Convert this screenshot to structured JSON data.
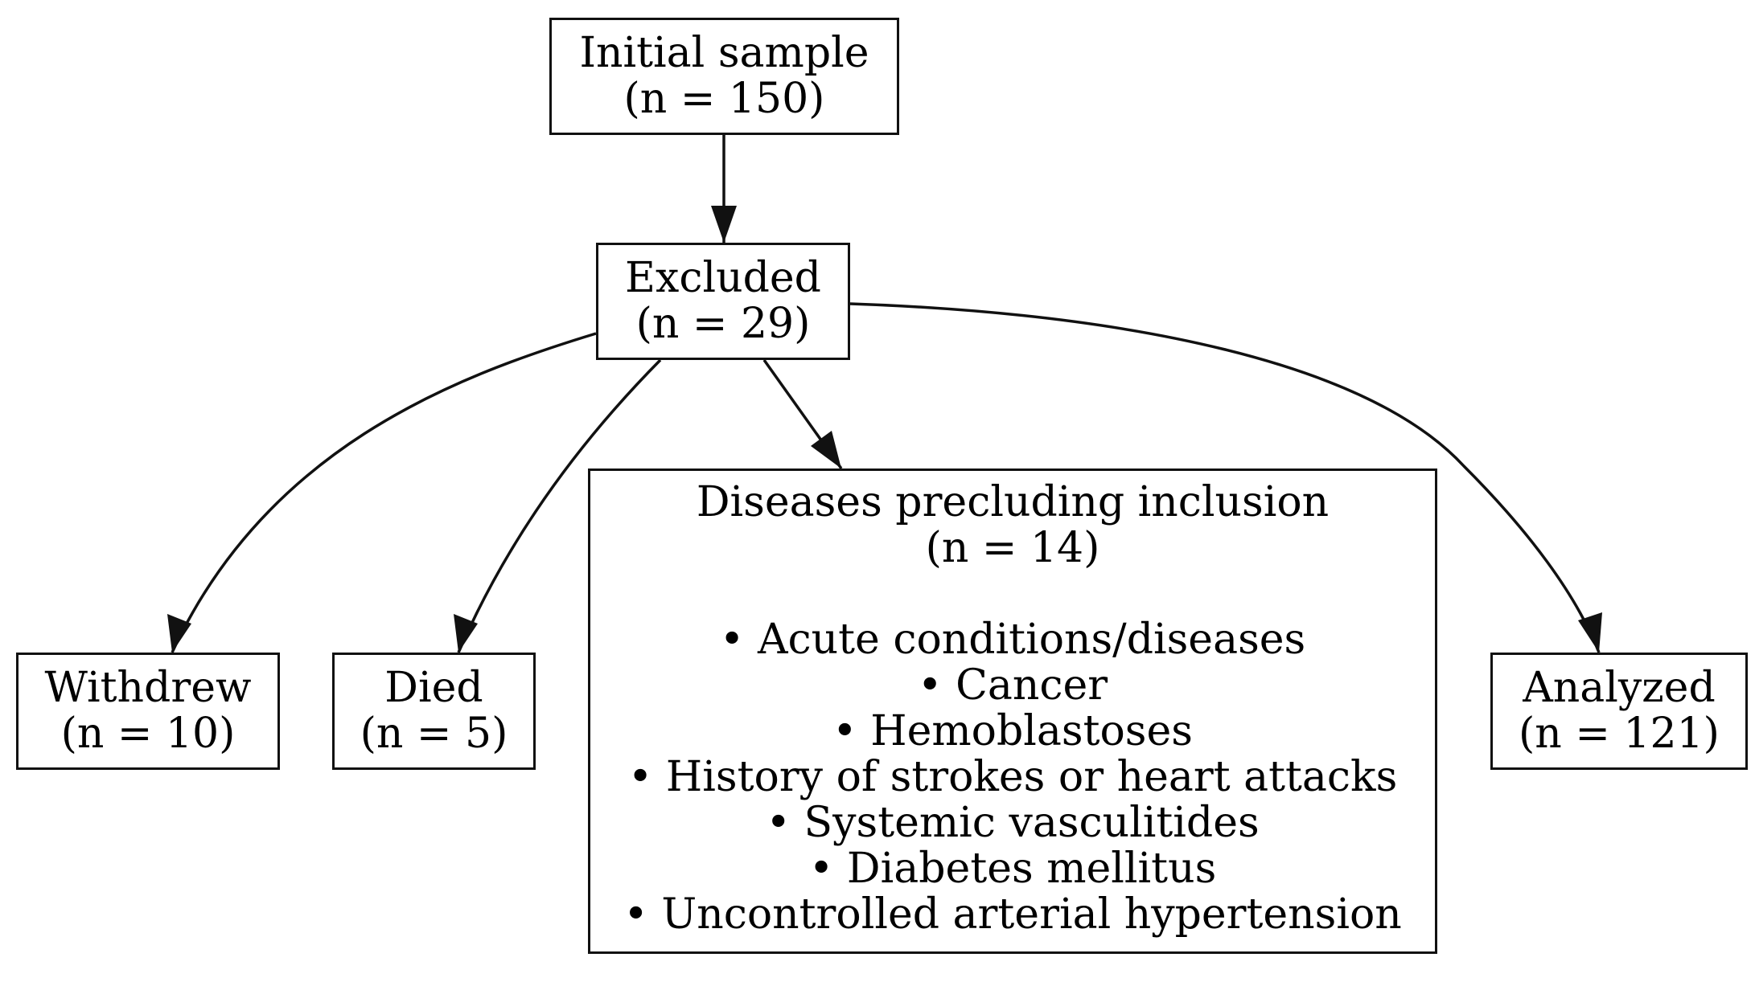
{
  "diagram": {
    "nodes": {
      "initial": {
        "title": "Initial sample",
        "count": "(n = 150)"
      },
      "excluded": {
        "title": "Excluded",
        "count": "(n = 29)"
      },
      "withdrew": {
        "title": "Withdrew",
        "count": "(n = 10)"
      },
      "died": {
        "title": "Died",
        "count": "(n = 5)"
      },
      "diseases": {
        "title": "Diseases precluding inclusion",
        "count": "(n = 14)",
        "items": [
          "• Acute conditions/diseases",
          "• Cancer",
          "• Hemoblastoses",
          "• History of strokes or heart attacks",
          "• Systemic vasculitides",
          "• Diabetes mellitus",
          "• Uncontrolled arterial hypertension"
        ]
      },
      "analyzed": {
        "title": "Analyzed",
        "count": "(n = 121)"
      }
    },
    "edges": [
      {
        "from": "initial",
        "to": "excluded"
      },
      {
        "from": "excluded",
        "to": "withdrew"
      },
      {
        "from": "excluded",
        "to": "died"
      },
      {
        "from": "excluded",
        "to": "diseases"
      },
      {
        "from": "excluded",
        "to": "analyzed"
      }
    ],
    "colors": {
      "stroke": "#111111",
      "background": "#ffffff"
    }
  }
}
